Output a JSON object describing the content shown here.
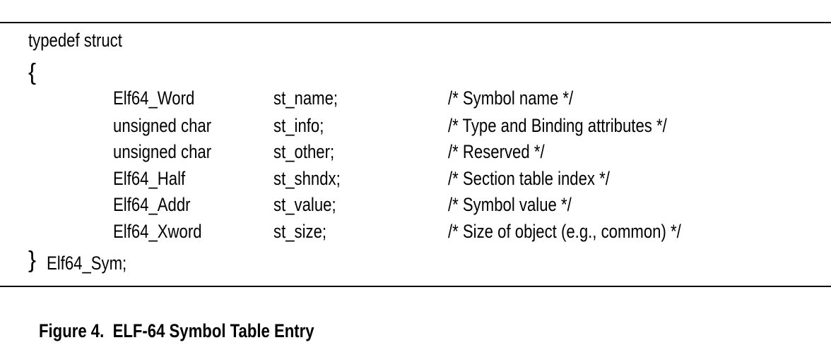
{
  "code": {
    "open_line": "typedef struct",
    "open_brace": "{",
    "fields": [
      {
        "type": "Elf64_Word",
        "name": "st_name;",
        "comment": "/* Symbol name */"
      },
      {
        "type": "unsigned char",
        "name": "st_info;",
        "comment": "/* Type and Binding attributes */"
      },
      {
        "type": "unsigned char",
        "name": "st_other;",
        "comment": "/* Reserved */"
      },
      {
        "type": "Elf64_Half",
        "name": "st_shndx;",
        "comment": "/* Section table index */"
      },
      {
        "type": "Elf64_Addr",
        "name": "st_value;",
        "comment": "/* Symbol value */"
      },
      {
        "type": "Elf64_Xword",
        "name": "st_size;",
        "comment": "/* Size of object (e.g., common) */"
      }
    ],
    "close_brace": "}",
    "close_name": "Elf64_Sym;"
  },
  "caption": "Figure 4.  ELF-64 Symbol Table Entry"
}
